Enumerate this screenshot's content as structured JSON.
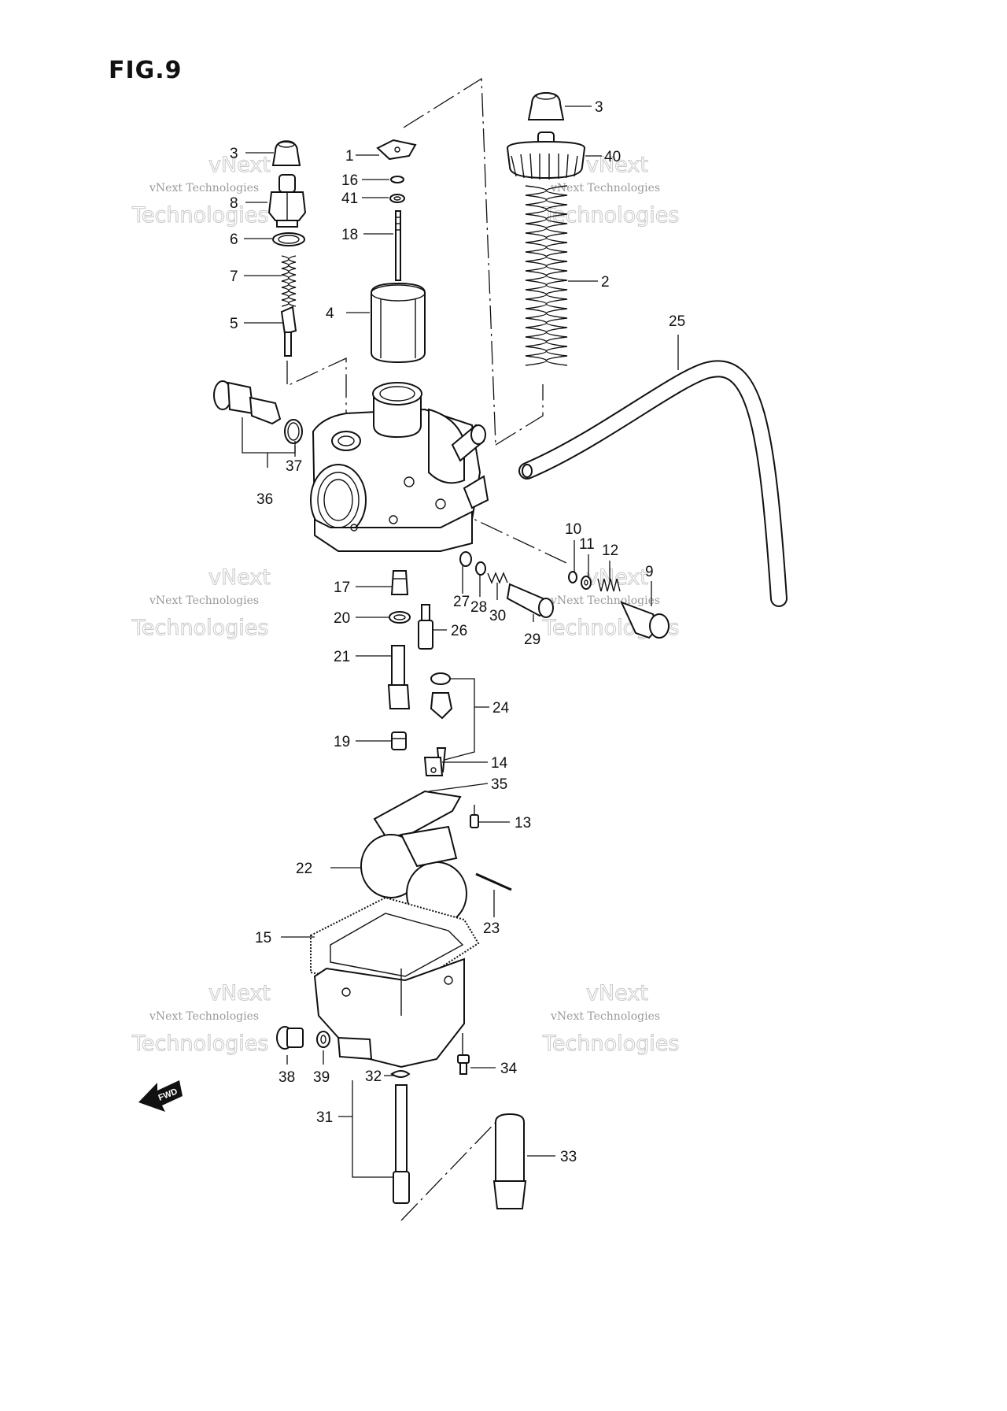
{
  "figure": {
    "title": "FIG.9"
  },
  "watermark": {
    "line1": "vNext",
    "line2": "vNext Technologies",
    "line3": "Technologies"
  },
  "fwd_label": "FWD",
  "labels": {
    "p1": "1",
    "p2": "2",
    "p3a": "3",
    "p3b": "3",
    "p4": "4",
    "p5": "5",
    "p6": "6",
    "p7": "7",
    "p8": "8",
    "p9": "9",
    "p10": "10",
    "p11": "11",
    "p12": "12",
    "p13": "13",
    "p14": "14",
    "p15": "15",
    "p16": "16",
    "p17": "17",
    "p18": "18",
    "p19": "19",
    "p20": "20",
    "p21": "21",
    "p22": "22",
    "p23": "23",
    "p24": "24",
    "p25": "25",
    "p26": "26",
    "p27": "27",
    "p28": "28",
    "p29": "29",
    "p30": "30",
    "p31": "31",
    "p32": "32",
    "p33": "33",
    "p34": "34",
    "p35": "35",
    "p36": "36",
    "p37": "37",
    "p38": "38",
    "p39": "39",
    "p40": "40",
    "p41": "41"
  }
}
